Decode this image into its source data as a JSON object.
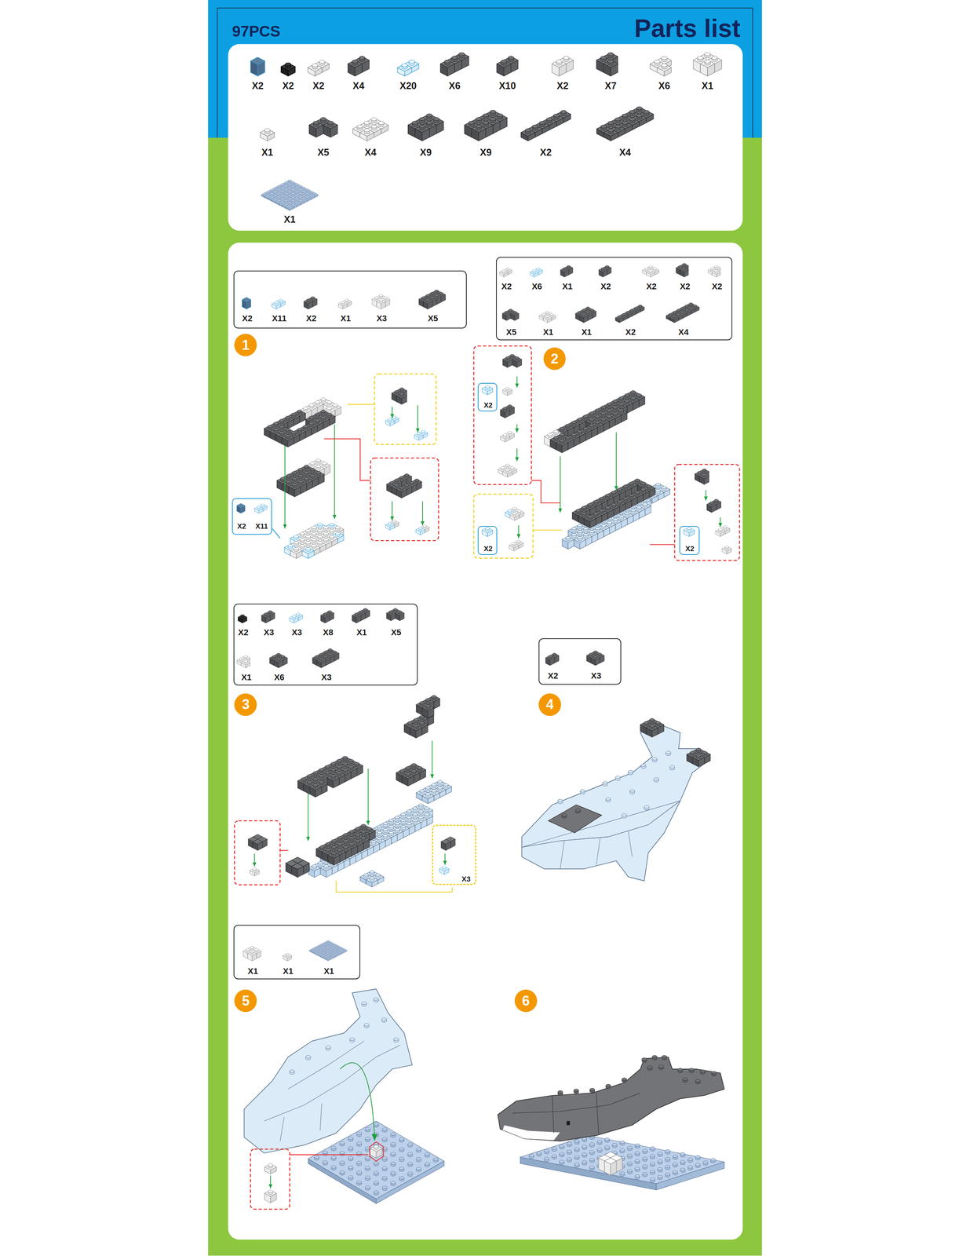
{
  "diagram": {
    "title": "Parts list",
    "nodes": [
      {
        "text": [
          "X2",
          "X2",
          "X2",
          "X4",
          "X20",
          "X6",
          "X10",
          "X2",
          "X7",
          "X6",
          "X1",
          "X1",
          "X5",
          "X4",
          "X9",
          "X9",
          "X2",
          "X4",
          "X1"
        ]
      },
      {
        "text": [
          "X2",
          "X11",
          "X2",
          "X1",
          "X3",
          "X5"
        ]
      },
      {
        "text": [
          "X2",
          "X6",
          "X1",
          "X2",
          "X2",
          "X2",
          "X2",
          "X5",
          "X1",
          "X1",
          "X2",
          "X4"
        ]
      },
      {
        "text": [
          "1"
        ]
      },
      {
        "text": [
          "2"
        ]
      },
      {
        "text": [
          "X2"
        ]
      },
      {
        "text": [
          "X2",
          "X11"
        ]
      },
      {
        "text": [
          "X2"
        ]
      },
      {
        "text": [
          "X2"
        ]
      },
      {
        "text": [
          "X2",
          "X3",
          "X3",
          "X8",
          "X1",
          "X5",
          "X1",
          "X6",
          "X3"
        ]
      },
      {
        "text": [
          "X2",
          "X3"
        ]
      },
      {
        "text": [
          "3"
        ]
      },
      {
        "text": [
          "4"
        ]
      },
      {
        "text": [
          "X3"
        ]
      },
      {
        "text": [
          "X1",
          "X1",
          "X1"
        ]
      },
      {
        "text": [
          "5"
        ]
      },
      {
        "text": [
          "6"
        ]
      }
    ],
    "labels": [
      "97PCS"
    ]
  }
}
